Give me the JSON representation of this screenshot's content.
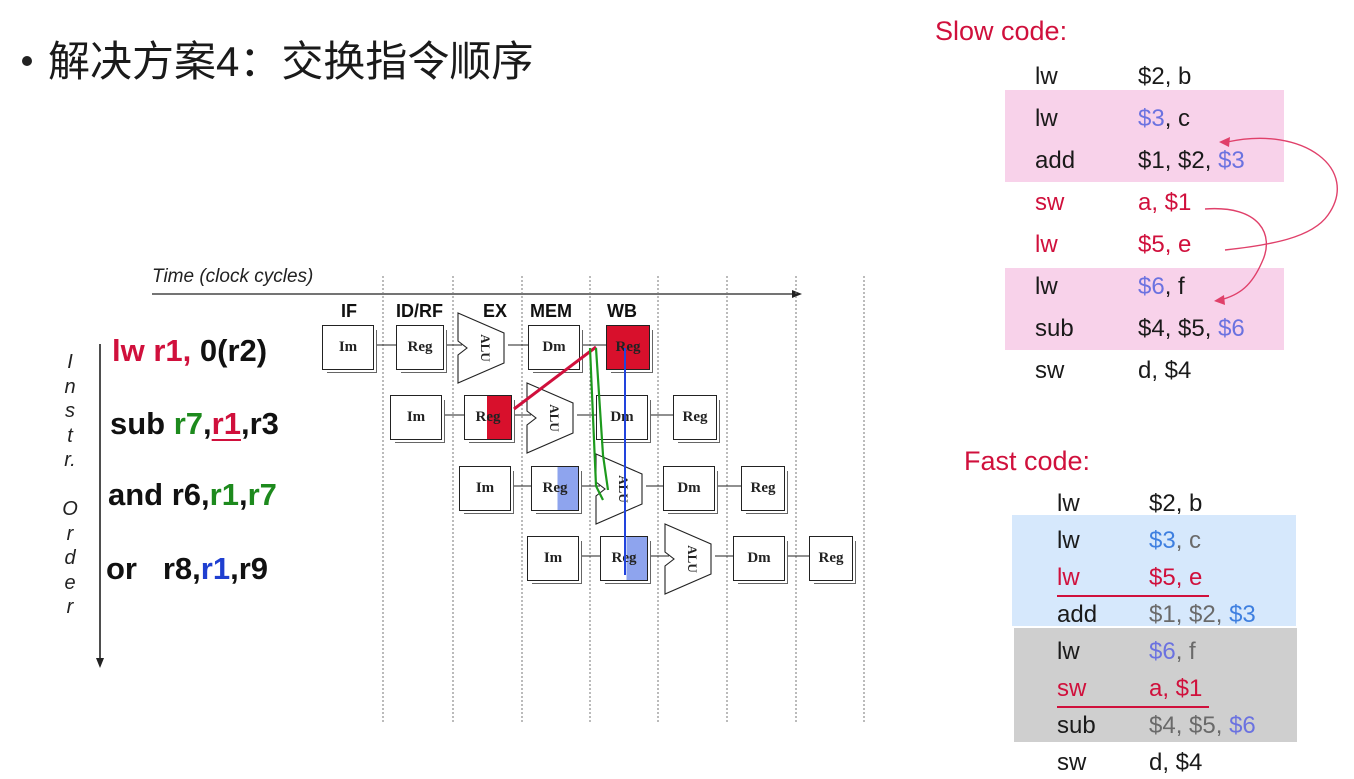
{
  "title": "解决方案4：交换指令顺序",
  "axis": {
    "time_label": "Time (clock cycles)",
    "order_letters": [
      "I",
      "n",
      "s",
      "t",
      "r.",
      "",
      "O",
      "r",
      "d",
      "e",
      "r"
    ]
  },
  "stages": [
    "IF",
    "ID/RF",
    "EX",
    "MEM",
    "WB"
  ],
  "units": {
    "im": "Im",
    "reg": "Reg",
    "alu": "ALU",
    "dm": "Dm"
  },
  "instructions": [
    {
      "parts": [
        {
          "text": "lw r1,",
          "color": "red"
        },
        {
          "text": " 0(r2)",
          "color": "black"
        }
      ]
    },
    {
      "parts": [
        {
          "text": "sub ",
          "color": "black"
        },
        {
          "text": "r7",
          "color": "green"
        },
        {
          "text": ",",
          "color": "black"
        },
        {
          "text": "r1",
          "color": "red",
          "underline": true
        },
        {
          "text": ",r3",
          "color": "black"
        }
      ]
    },
    {
      "parts": [
        {
          "text": "and r6,",
          "color": "black"
        },
        {
          "text": "r1",
          "color": "green"
        },
        {
          "text": ",",
          "color": "black"
        },
        {
          "text": "r7",
          "color": "green"
        }
      ]
    },
    {
      "parts": [
        {
          "text": "or   r8,",
          "color": "black"
        },
        {
          "text": "r1",
          "color": "blue"
        },
        {
          "text": ",r9",
          "color": "black"
        }
      ]
    }
  ],
  "slow": {
    "title": "Slow code:",
    "rows": [
      {
        "op": "lw",
        "args": [
          {
            "t": "$2, b",
            "c": ""
          }
        ]
      },
      {
        "op": "lw",
        "args": [
          {
            "t": "$3",
            "c": "blue"
          },
          {
            "t": ", c",
            "c": ""
          }
        ]
      },
      {
        "op": "add",
        "args": [
          {
            "t": "$1, $2, ",
            "c": ""
          },
          {
            "t": "$3",
            "c": "blue"
          }
        ]
      },
      {
        "op": "sw",
        "opColor": "red",
        "args": [
          {
            "t": "a, $1",
            "c": "red"
          }
        ]
      },
      {
        "op": "lw",
        "opColor": "red",
        "args": [
          {
            "t": "$5, e",
            "c": "red"
          }
        ]
      },
      {
        "op": "lw",
        "args": [
          {
            "t": "$6",
            "c": "blue"
          },
          {
            "t": ", f",
            "c": ""
          }
        ]
      },
      {
        "op": "sub",
        "args": [
          {
            "t": "$4, $5, ",
            "c": ""
          },
          {
            "t": "$6",
            "c": "blue"
          }
        ]
      },
      {
        "op": "sw",
        "args": [
          {
            "t": "d, $4",
            "c": ""
          }
        ]
      }
    ],
    "band_color": "#f8d2ea"
  },
  "fast": {
    "title": "Fast code:",
    "rows": [
      {
        "op": "lw",
        "args": [
          {
            "t": "$2, b",
            "c": ""
          }
        ]
      },
      {
        "op": "lw",
        "args": [
          {
            "t": "$3",
            "c": "blue2"
          },
          {
            "t": ", c",
            "c": "gray"
          }
        ]
      },
      {
        "op": "lw",
        "opColor": "red",
        "underline": true,
        "args": [
          {
            "t": "$5, e",
            "c": "red"
          }
        ]
      },
      {
        "op": "add",
        "args": [
          {
            "t": "$1, $2, ",
            "c": "gray"
          },
          {
            "t": "$3",
            "c": "blue2"
          }
        ]
      },
      {
        "op": "lw",
        "args": [
          {
            "t": "$6",
            "c": "blue"
          },
          {
            "t": ", f",
            "c": "gray"
          }
        ]
      },
      {
        "op": "sw",
        "opColor": "red",
        "underline": true,
        "args": [
          {
            "t": "a, $1",
            "c": "red"
          }
        ]
      },
      {
        "op": "sub",
        "args": [
          {
            "t": "$4, $5, ",
            "c": "gray"
          },
          {
            "t": "$6",
            "c": "blue"
          }
        ]
      },
      {
        "op": "sw",
        "args": [
          {
            "t": "d, $4",
            "c": ""
          }
        ]
      }
    ],
    "band_colors": [
      "#d6e8fc",
      "#cfcfcf"
    ]
  }
}
